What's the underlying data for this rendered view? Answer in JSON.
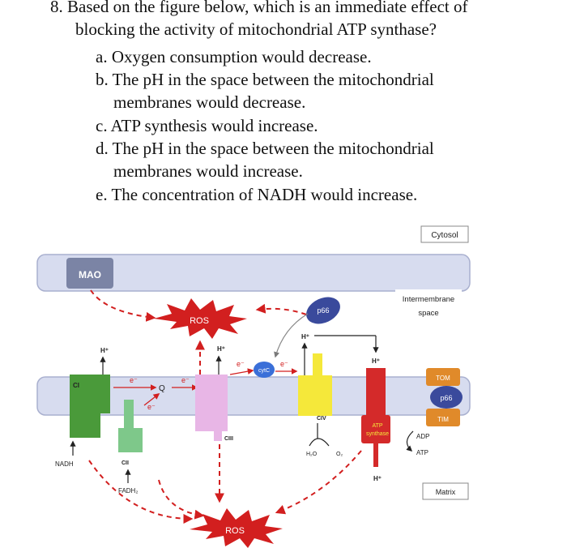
{
  "question": {
    "line1": "8. Based on the figure below, which is an immediate effect of",
    "line2": "blocking the activity of mitochondrial ATP synthase?",
    "options": [
      {
        "label": "a. Oxygen consumption would decrease.",
        "cont": ""
      },
      {
        "label": "b. The pH in the space between the mitochondrial",
        "cont": "membranes would decrease."
      },
      {
        "label": "c. ATP synthesis would increase.",
        "cont": ""
      },
      {
        "label": "d. The pH in the space between the mitochondrial",
        "cont": "membranes would increase."
      },
      {
        "label": "e. The concentration of NADH would increase.",
        "cont": ""
      }
    ]
  },
  "figure": {
    "cytosol": "Cytosol",
    "mao": "MAO",
    "ros": "ROS",
    "p66": "p66",
    "intermembrane_line1": "Intermembrane",
    "intermembrane_line2": "space",
    "h_plus": "H⁺",
    "electron": "e⁻",
    "cytc": "cytC",
    "q": "Q",
    "ci": "CI",
    "cii": "CII",
    "ciii": "CIII",
    "civ": "CIV",
    "atp_synthase_line1": "ATP",
    "atp_synthase_line2": "synthase",
    "tom": "TOM",
    "tim": "TIM",
    "adp": "ADP",
    "atp": "ATP",
    "nadh": "NADH",
    "fadh2": "FADH₂",
    "h2o": "H₂O",
    "o2": "O₂",
    "matrix": "Matrix"
  },
  "colors": {
    "membrane": "#d7dcef",
    "membrane_border": "#a9b0cf",
    "mao": "#7b84a5",
    "ros": "#d21f1f",
    "p66": "#3a4a9c",
    "complex_i": "#4a9a3a",
    "complex_ii": "#7ec88a",
    "complex_iii": "#e8b6e6",
    "complex_iv": "#f5e83a",
    "atp_synthase": "#d42a2a",
    "tom_tim": "#e08a2a",
    "cytc": "#3a6fd8",
    "dashed_arrow": "#d21f1f"
  }
}
